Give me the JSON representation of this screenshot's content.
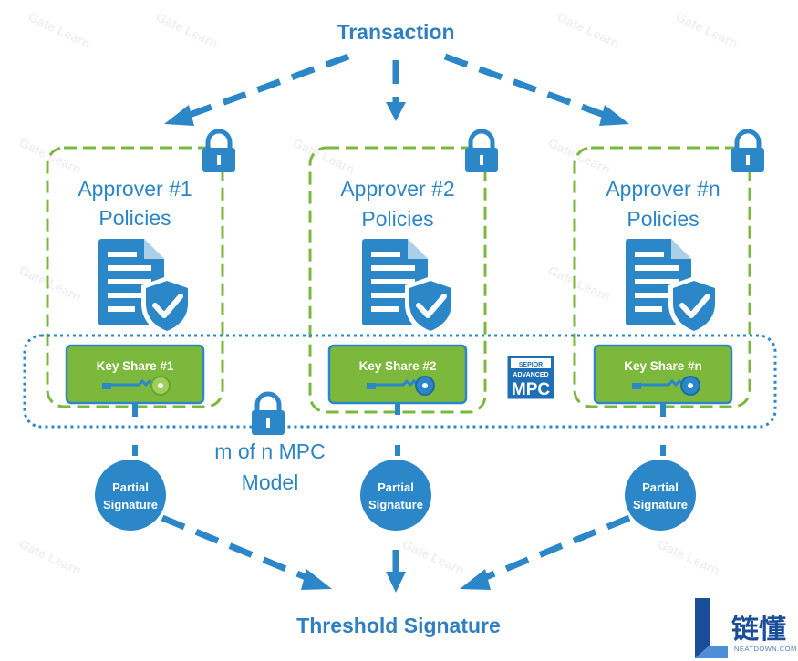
{
  "title": "Transaction",
  "bottom_label": "Threshold Signature",
  "approvers": [
    {
      "line1": "Approver #1",
      "line2": "Policies",
      "key_share": "Key Share  #1",
      "key_color": "#1f76b9"
    },
    {
      "line1": "Approver #2",
      "line2": "Policies",
      "key_share": "Key Share  #2",
      "key_color": "#1f76b9"
    },
    {
      "line1": "Approver #n",
      "line2": "Policies",
      "key_share": "Key Share  #n",
      "key_color": "#1f76b9"
    }
  ],
  "partial_signature": {
    "line1": "Partial",
    "line2": "Signature"
  },
  "mpc_model": {
    "line1": "m of n MPC",
    "line2": "Model"
  },
  "mpc_badge": {
    "line1": "SEPIOR",
    "line2": "ADVANCED",
    "line3": "MPC"
  },
  "watermark": "Gate Learn",
  "logo": {
    "chinese": "链懂",
    "url": "NEATDOWN.COM"
  },
  "colors": {
    "blue": "#2b87c8",
    "green": "#7cb83b",
    "green_dark": "#5e9a2c",
    "doc": "#2b87c8",
    "key_fill": "#8ec44c"
  },
  "icons": [
    "lock-icon",
    "document-icon",
    "shield-check-icon",
    "key-icon"
  ]
}
